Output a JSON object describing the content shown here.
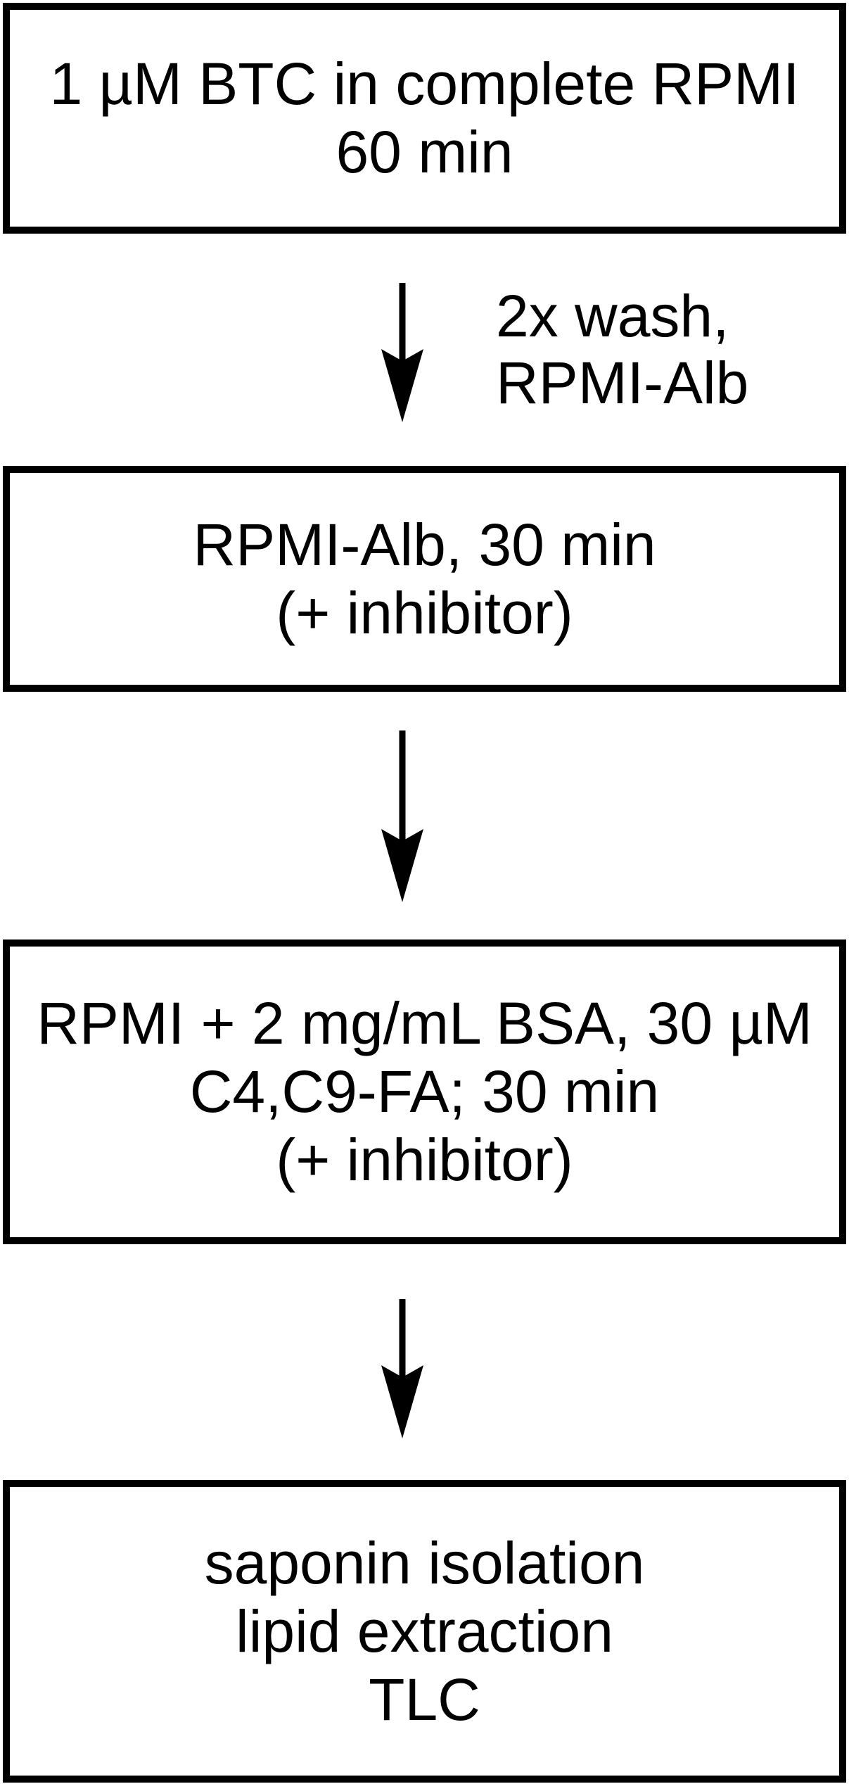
{
  "colors": {
    "ink": "#000000",
    "background": "#ffffff"
  },
  "flowchart": {
    "boxes": [
      {
        "id": "step-1",
        "lines": [
          "1 µM BTC in complete RPMI",
          "60 min"
        ]
      },
      {
        "id": "step-2",
        "lines": [
          "RPMI-Alb, 30 min",
          "(+ inhibitor)"
        ]
      },
      {
        "id": "step-3",
        "lines": [
          "RPMI + 2 mg/mL BSA, 30 µM",
          "C4,C9-FA; 30 min",
          "(+ inhibitor)"
        ]
      },
      {
        "id": "step-4",
        "lines": [
          "saponin isolation",
          "lipid extraction",
          "TLC"
        ]
      }
    ],
    "arrows": [
      {
        "id": "arrow-1",
        "label_lines": [
          "2x wash,",
          "RPMI-Alb"
        ]
      },
      {
        "id": "arrow-2",
        "label_lines": []
      },
      {
        "id": "arrow-3",
        "label_lines": []
      }
    ]
  }
}
